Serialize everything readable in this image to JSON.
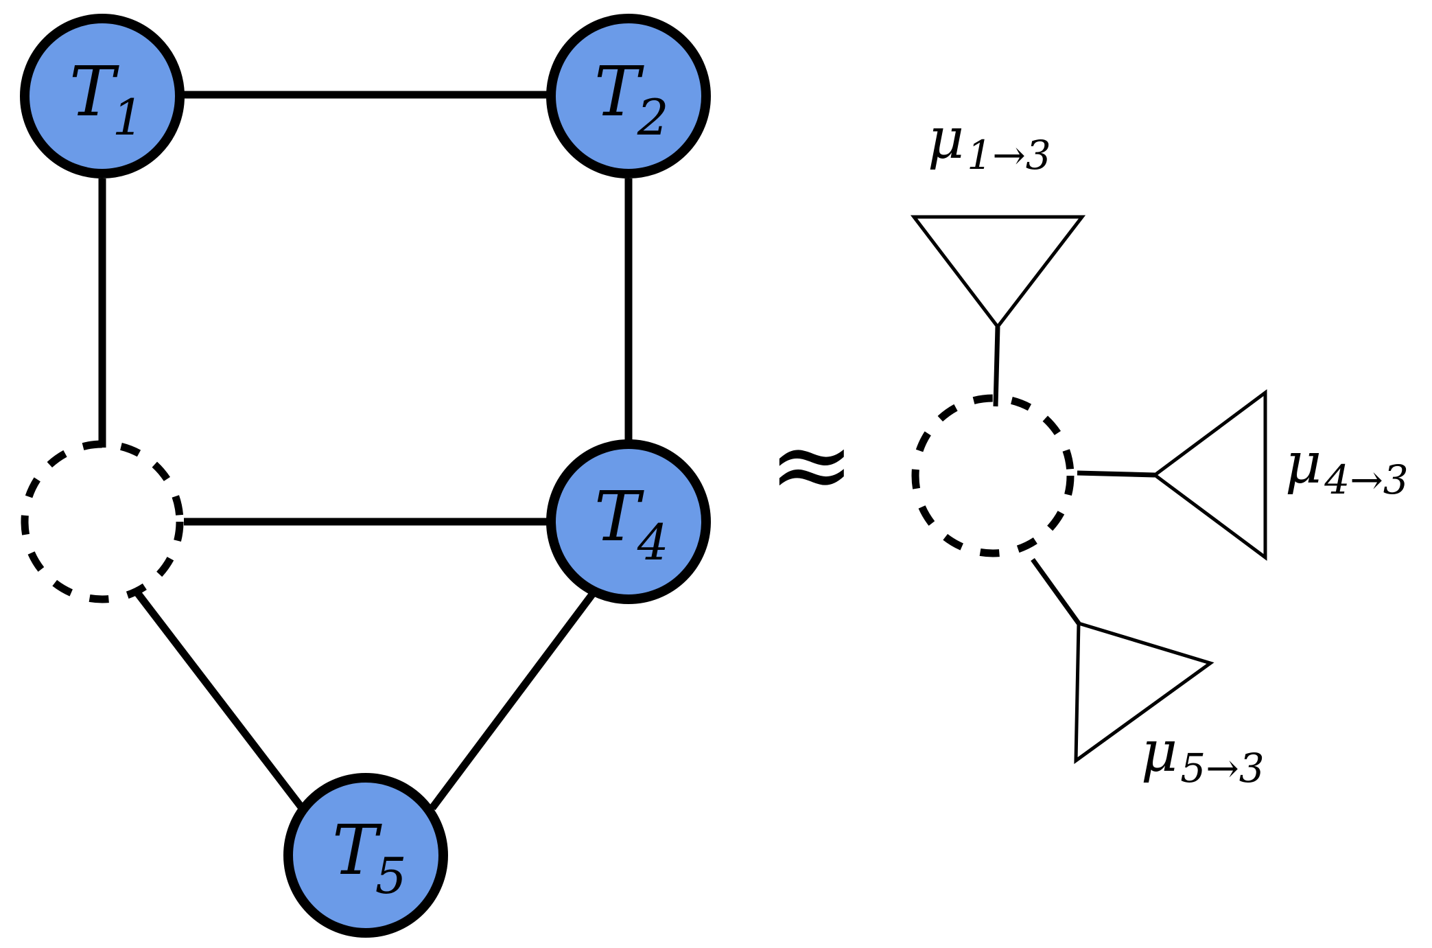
{
  "colors": {
    "node_fill": "#6b9be8",
    "stroke": "#000000",
    "background": "#ffffff"
  },
  "nodes": [
    {
      "id": "T1",
      "main": "T",
      "sub": "1",
      "observed": true
    },
    {
      "id": "T2",
      "main": "T",
      "sub": "2",
      "observed": true
    },
    {
      "id": "T3",
      "main": "",
      "sub": "",
      "observed": false
    },
    {
      "id": "T4",
      "main": "T",
      "sub": "4",
      "observed": true
    },
    {
      "id": "T5",
      "main": "T",
      "sub": "5",
      "observed": true
    }
  ],
  "edges": [
    [
      "T1",
      "T2"
    ],
    [
      "T1",
      "T3"
    ],
    [
      "T2",
      "T4"
    ],
    [
      "T3",
      "T4"
    ],
    [
      "T3",
      "T5"
    ],
    [
      "T4",
      "T5"
    ]
  ],
  "approx_symbol": "≈",
  "messages": [
    {
      "id": "m13",
      "main": "μ",
      "sub": "1→3"
    },
    {
      "id": "m43",
      "main": "μ",
      "sub": "4→3"
    },
    {
      "id": "m53",
      "main": "μ",
      "sub": "5→3"
    }
  ]
}
